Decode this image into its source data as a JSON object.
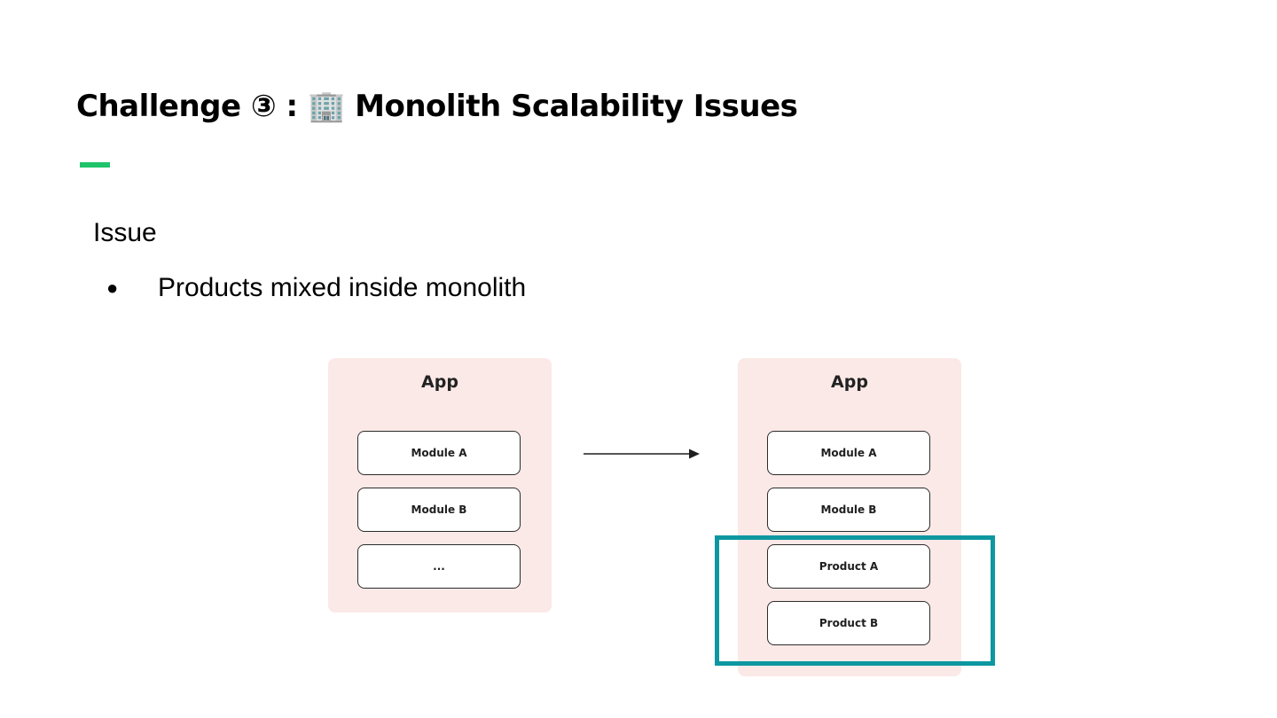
{
  "slide": {
    "title": "Challenge ③ : 🏢 Monolith Scalability Issues",
    "accent_color": "#1fc46a",
    "section_heading": "Issue",
    "bullets": [
      "Products mixed inside monolith"
    ]
  },
  "diagram": {
    "panel_color": "#fbe9e7",
    "highlight_color": "#0d97a0",
    "before": {
      "title": "App",
      "modules": [
        "Module A",
        "Module B",
        "..."
      ]
    },
    "after": {
      "title": "App",
      "modules": [
        "Module A",
        "Module B",
        "Product A",
        "Product B"
      ]
    },
    "arrow_icon": "arrow-right-icon"
  }
}
